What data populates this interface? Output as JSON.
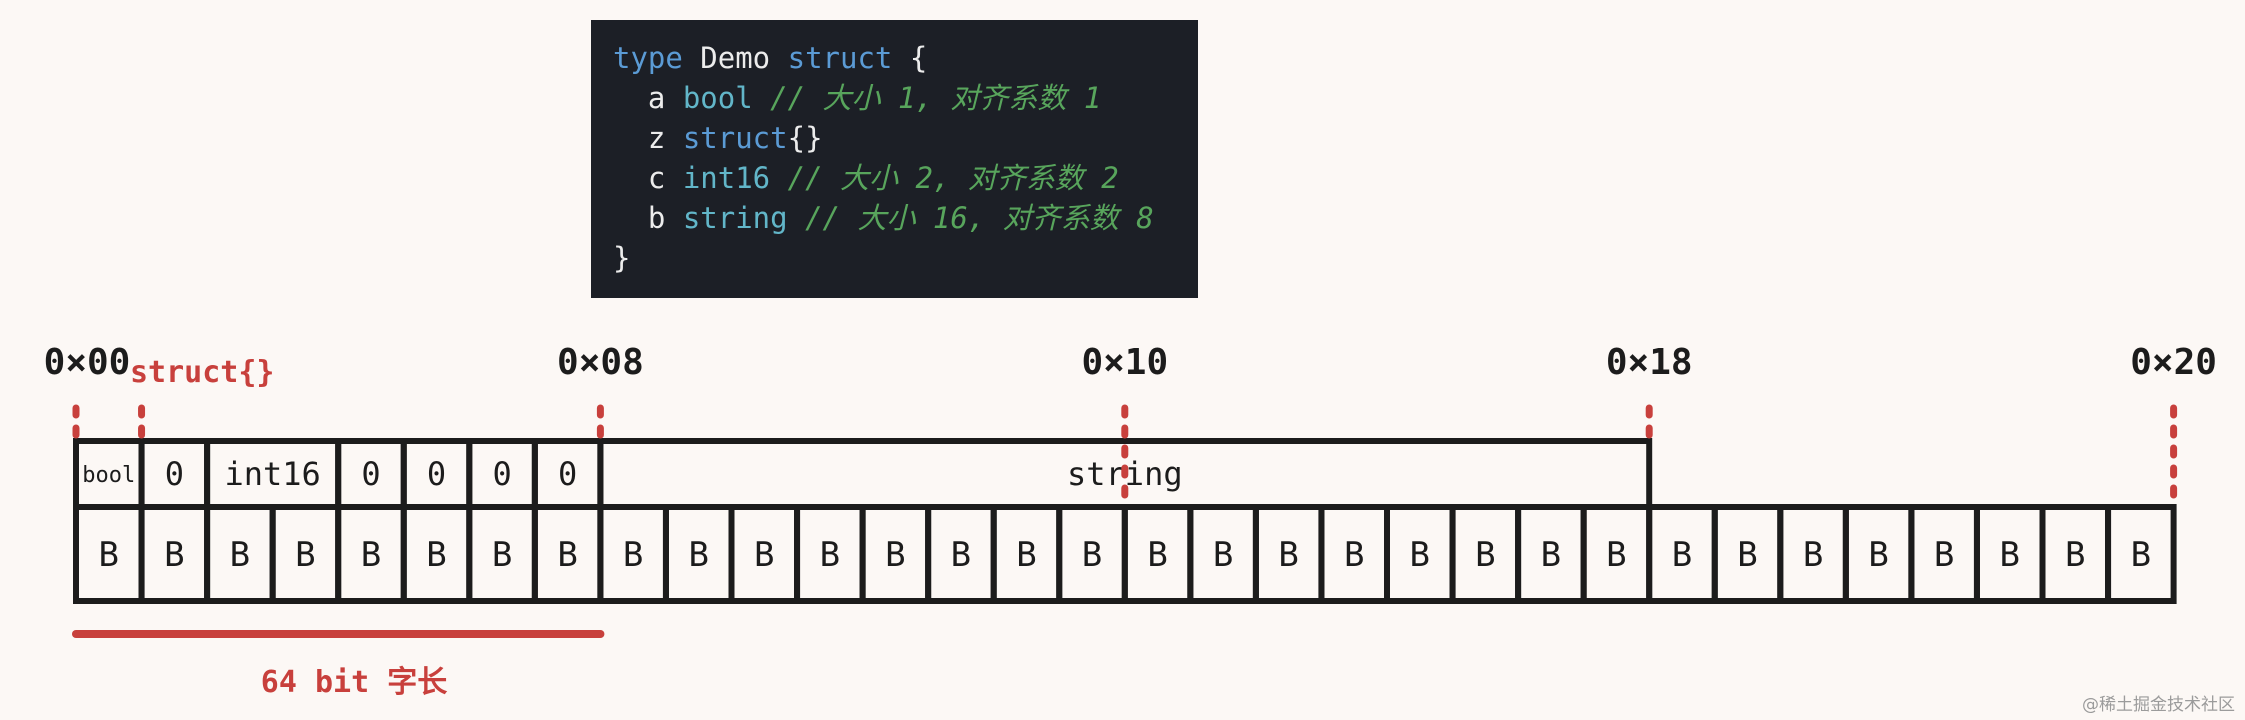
{
  "code": {
    "lines": [
      [
        {
          "t": "kw",
          "v": "type"
        },
        {
          "t": "id",
          "v": " Demo "
        },
        {
          "t": "kw",
          "v": "struct"
        },
        {
          "t": "id",
          "v": " {"
        }
      ],
      [
        {
          "t": "id",
          "v": "  a "
        },
        {
          "t": "ty",
          "v": "bool"
        },
        {
          "t": "cm",
          "v": " // 大小 1, 对齐系数 1"
        }
      ],
      [
        {
          "t": "id",
          "v": "  z "
        },
        {
          "t": "kw",
          "v": "struct"
        },
        {
          "t": "id",
          "v": "{}"
        }
      ],
      [
        {
          "t": "id",
          "v": "  c "
        },
        {
          "t": "ty",
          "v": "int16"
        },
        {
          "t": "cm",
          "v": " // 大小 2, 对齐系数 2"
        }
      ],
      [
        {
          "t": "id",
          "v": "  b "
        },
        {
          "t": "ty",
          "v": "string"
        },
        {
          "t": "cm",
          "v": " // 大小 16, 对齐系数 8"
        }
      ],
      [
        {
          "t": "id",
          "v": "}"
        }
      ]
    ]
  },
  "addresses": [
    {
      "label": "0×00",
      "byte": 0
    },
    {
      "label": "0×08",
      "byte": 8
    },
    {
      "label": "0×10",
      "byte": 16
    },
    {
      "label": "0×18",
      "byte": 24
    },
    {
      "label": "0×20",
      "byte": 32
    }
  ],
  "struct_marker": {
    "label": "struct{}",
    "byte": 1
  },
  "fields": [
    {
      "label": "bool",
      "start": 0,
      "size": 1,
      "small": true
    },
    {
      "label": "0",
      "start": 1,
      "size": 1
    },
    {
      "label": "int16",
      "start": 2,
      "size": 2
    },
    {
      "label": "0",
      "start": 4,
      "size": 1
    },
    {
      "label": "0",
      "start": 5,
      "size": 1
    },
    {
      "label": "0",
      "start": 6,
      "size": 1
    },
    {
      "label": "0",
      "start": 7,
      "size": 1
    },
    {
      "label": "string",
      "start": 8,
      "size": 16
    }
  ],
  "bytes": {
    "count": 32,
    "label": "B"
  },
  "word": {
    "label": "64 bit 字长",
    "start": 0,
    "end": 8
  },
  "watermark": "@稀土掘金技术社区",
  "colors": {
    "accent": "#c8403c",
    "code_bg": "#1c1f26",
    "page_bg": "#fcf8f5",
    "line": "#1c1c1c"
  }
}
